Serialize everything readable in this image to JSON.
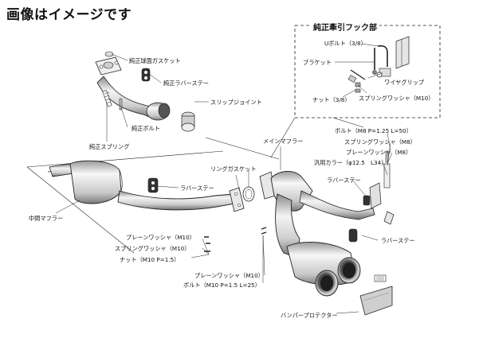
{
  "title": "画像はイメージです",
  "hook_box": {
    "title": "純正牽引フック部",
    "labels": {
      "u_bolt": "Uボルト（3/8）",
      "bracket": "ブラケット",
      "wire_grip": "ワイヤグリップ",
      "nut": "ナット（3/8）",
      "spring_washer": "スプリングワッシャ（M10）"
    }
  },
  "labels": {
    "oem_ball_gasket": "純正球面ガスケット",
    "oem_rubber_stay": "純正ラバーステー",
    "slip_joint": "スリップジョイント",
    "oem_bolt": "純正ボルト",
    "oem_spring": "純正スプリング",
    "main_muffler": "メインマフラー",
    "ring_gasket": "リングガスケット",
    "rubber_stay_1": "ラバーステー",
    "center_muffler": "中間マフラー",
    "bolt_m8": "ボルト（M8 P=1.25 L=50）",
    "spring_washer_m8": "スプリングワッシャ（M8）",
    "plain_washer_m8": "プレーンワッシャ（M8）",
    "collar": "汎用カラー（φ12.5　L34）",
    "rubber_stay_2": "ラバーステー",
    "rubber_stay_3": "ラバーステー",
    "plain_washer_m10_a": "プレーンワッシャ（M10）",
    "spring_washer_m10": "スプリングワッシャ（M10）",
    "nut_m10": "ナット（M10 P=1.5）",
    "plain_washer_m10_b": "プレーンワッシャ（M10）",
    "bolt_m10": "ボルト（M10 P=1.5 L=25）",
    "bumper_protector": "バンパープロテクター"
  },
  "colors": {
    "line": "#222222",
    "metal_light": "#ededed",
    "metal_mid": "#bdbdbd",
    "metal_dark": "#6a6a6a"
  }
}
